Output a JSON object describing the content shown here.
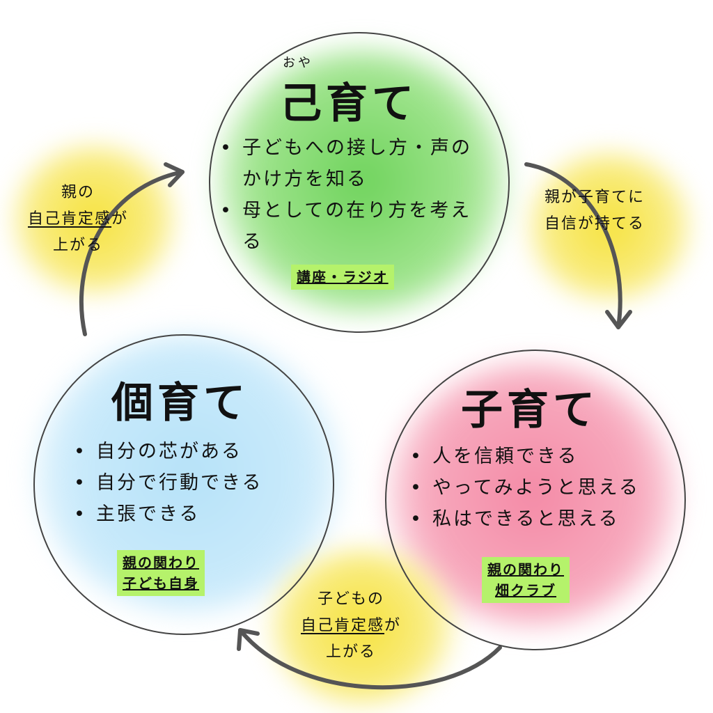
{
  "top": {
    "ruby": "おや",
    "title": "己育て",
    "bullets": [
      "子どもへの接し方・声のかけ方を知る",
      "母としての在り方を考える"
    ],
    "tag": [
      "講座・ラジオ"
    ]
  },
  "right": {
    "title": "子育て",
    "bullets": [
      "人を信頼できる",
      "やってみようと思える",
      "私はできると思える"
    ],
    "tag": [
      "親の関わり",
      "畑クラブ"
    ]
  },
  "left": {
    "title": "個育て",
    "bullets": [
      "自分の芯がある",
      "自分で行動できる",
      "主張できる"
    ],
    "tag": [
      "親の関わり",
      "子ども自身"
    ]
  },
  "arrow_notes": {
    "top_right": [
      "親が子育てに",
      "自信が持てる"
    ],
    "bottom": {
      "line1": "子どもの",
      "underlined": "自己肯定感",
      "suffix": "が",
      "line3": "上がる"
    },
    "top_left": {
      "line1": "親の",
      "underlined": "自己肯定感",
      "suffix": "が",
      "line3": "上がる"
    }
  },
  "colors": {
    "green": "#7fd86a",
    "pink": "#f49ab2",
    "blue": "#a9dcf7",
    "yellow": "#f8e64a",
    "tag": "#b5f26b",
    "arrow": "#555555"
  }
}
